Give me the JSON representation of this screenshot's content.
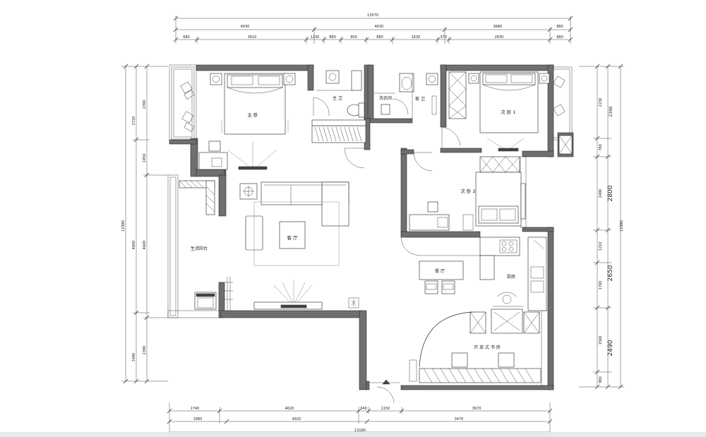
{
  "plan": {
    "top_overall": "13570",
    "top_row1": [
      "4930",
      "4630",
      "3680",
      "880"
    ],
    "top_row2": [
      "680",
      "3610",
      "1230",
      "880",
      "900",
      "880",
      "1630",
      "370",
      "2830",
      "880"
    ],
    "bottom_row1": [
      "1740",
      "4620",
      "340",
      "1150",
      "3670"
    ],
    "bottom_row2": [
      "1960",
      "4920",
      "3470"
    ],
    "bottom_overall": "13160",
    "left_overall": "11980",
    "left_col1": [
      "2720",
      "4600",
      "3490"
    ],
    "left_col2": [
      "2390",
      "1450",
      "4600",
      "2390"
    ],
    "right_overall": "11980",
    "right_col1": [
      "2230",
      "780",
      "2490",
      "1210",
      "1760",
      "1560",
      "980"
    ],
    "right_col2": [
      "2390",
      "2800",
      "2650",
      "2490"
    ],
    "rooms": {
      "master_bedroom": "主 卧",
      "master_bath": "主 卫",
      "laundry": "洗衣间",
      "guest_bath": "客 卫",
      "bedroom1": "次 卧 1",
      "bedroom2": "次 卧 2",
      "living": "客 厅",
      "balcony": "生活阳台",
      "dining": "餐 厅",
      "kitchen": "厨房",
      "study": "开 放 式 书 房"
    }
  }
}
